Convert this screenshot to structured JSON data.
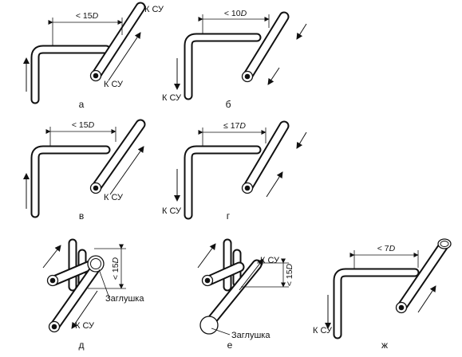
{
  "labels": {
    "to_su": "К СУ",
    "plug": "Заглушка"
  },
  "panels": {
    "a": {
      "caption": "а",
      "dim_prefix": "< 15",
      "dim_var": "D"
    },
    "b": {
      "caption": "б",
      "dim_prefix": "< 10",
      "dim_var": "D"
    },
    "v": {
      "caption": "в",
      "dim_prefix": "< 15",
      "dim_var": "D"
    },
    "g": {
      "caption": "г",
      "dim_prefix": "≤ 17",
      "dim_var": "D"
    },
    "d": {
      "caption": "д",
      "dim_prefix": "< 15",
      "dim_var": "D"
    },
    "e": {
      "caption": "е",
      "dim_prefix": "< 15",
      "dim_var": "D"
    },
    "zh": {
      "caption": "ж",
      "dim_prefix": "< 7",
      "dim_var": "D"
    }
  },
  "colors": {
    "stroke": "#111111",
    "fill": "#ffffff"
  }
}
